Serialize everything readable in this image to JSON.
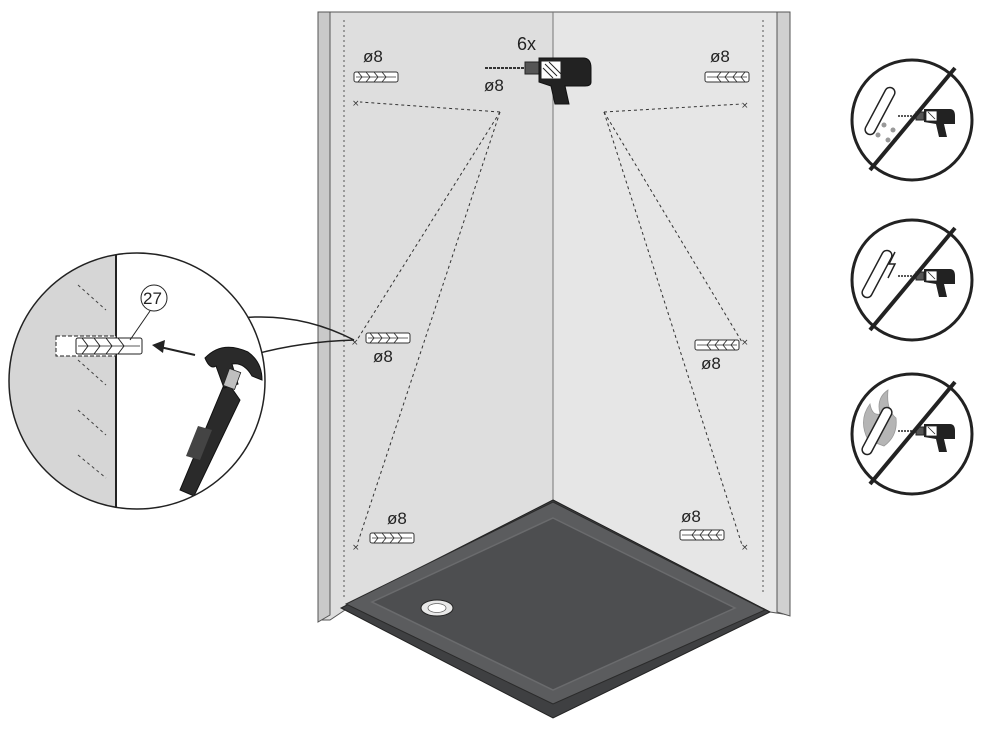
{
  "count_label": "6x",
  "drill_label": "ø8",
  "dowel_labels": {
    "top_left": "ø8",
    "top_right": "ø8",
    "mid_left": "ø8",
    "mid_right": "ø8",
    "bottom_left": "ø8",
    "bottom_right": "ø8"
  },
  "zoom_part_number": "27",
  "mark_symbol": "×",
  "warning_icons": [
    "no-water-pipe-drill-icon",
    "no-electric-cable-drill-icon",
    "no-gas-pipe-drill-icon"
  ],
  "colors": {
    "wall_left": "#dcdcdc",
    "wall_right": "#e4e4e4",
    "tray": "#58595b",
    "tray_dark": "#3f4042",
    "outline": "#222222"
  }
}
